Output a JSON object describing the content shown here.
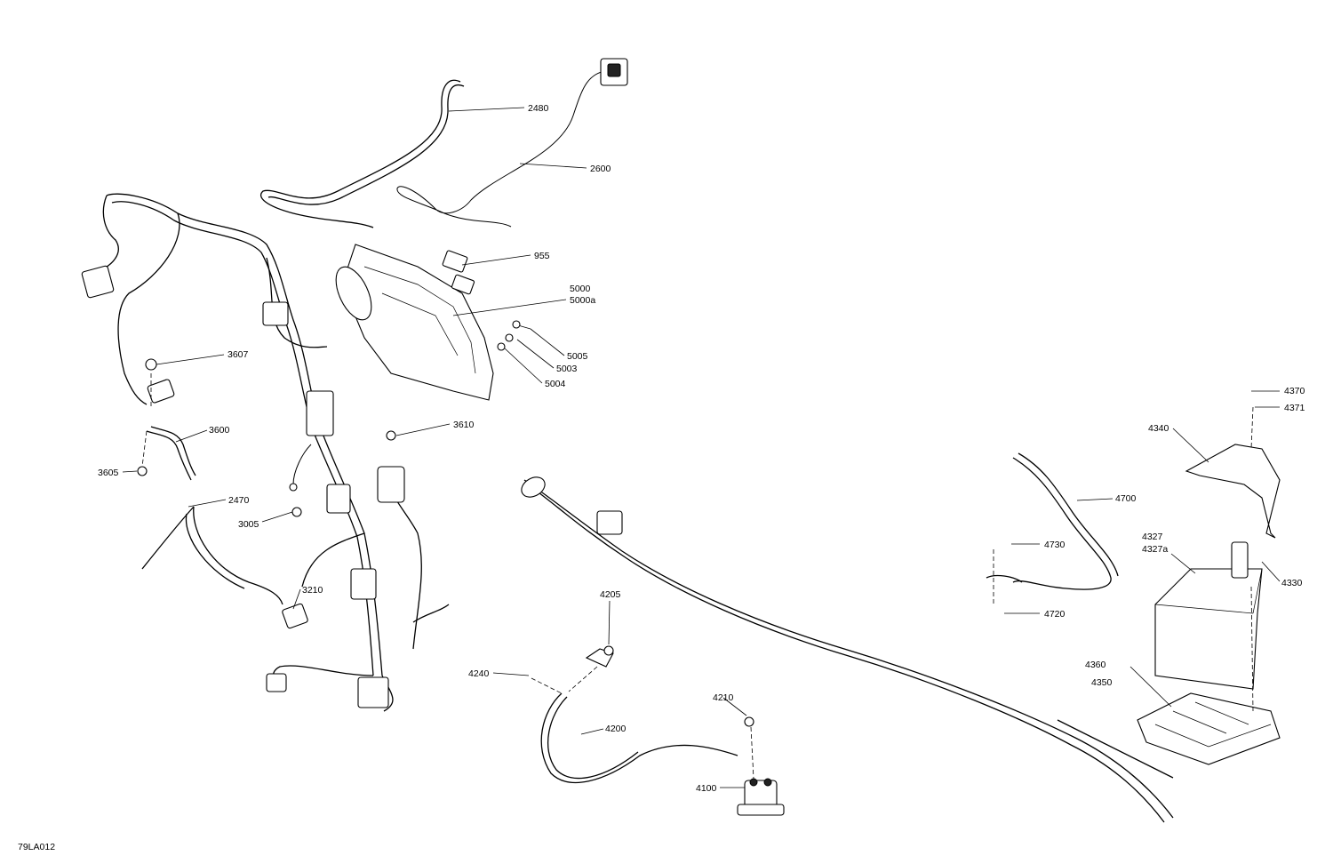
{
  "diagram": {
    "figure_code": "79LA012",
    "callouts": [
      {
        "id": "2480",
        "text": "2480"
      },
      {
        "id": "2600",
        "text": "2600"
      },
      {
        "id": "955",
        "text": "955"
      },
      {
        "id": "5000",
        "text": "5000"
      },
      {
        "id": "5000a",
        "text": "5000a"
      },
      {
        "id": "5005",
        "text": "5005"
      },
      {
        "id": "5003",
        "text": "5003"
      },
      {
        "id": "5004",
        "text": "5004"
      },
      {
        "id": "3607",
        "text": "3607"
      },
      {
        "id": "3610",
        "text": "3610"
      },
      {
        "id": "3600",
        "text": "3600"
      },
      {
        "id": "3605",
        "text": "3605"
      },
      {
        "id": "2470",
        "text": "2470"
      },
      {
        "id": "3005",
        "text": "3005"
      },
      {
        "id": "3210",
        "text": "3210"
      },
      {
        "id": "4205",
        "text": "4205"
      },
      {
        "id": "4240",
        "text": "4240"
      },
      {
        "id": "4210",
        "text": "4210"
      },
      {
        "id": "4200",
        "text": "4200"
      },
      {
        "id": "4100",
        "text": "4100"
      },
      {
        "id": "4370",
        "text": "4370"
      },
      {
        "id": "4371",
        "text": "4371"
      },
      {
        "id": "4340",
        "text": "4340"
      },
      {
        "id": "4700",
        "text": "4700"
      },
      {
        "id": "4730",
        "text": "4730"
      },
      {
        "id": "4327",
        "text": "4327"
      },
      {
        "id": "4327a",
        "text": "4327a"
      },
      {
        "id": "4330",
        "text": "4330"
      },
      {
        "id": "4720",
        "text": "4720"
      },
      {
        "id": "4360",
        "text": "4360"
      },
      {
        "id": "4350",
        "text": "4350"
      }
    ]
  }
}
